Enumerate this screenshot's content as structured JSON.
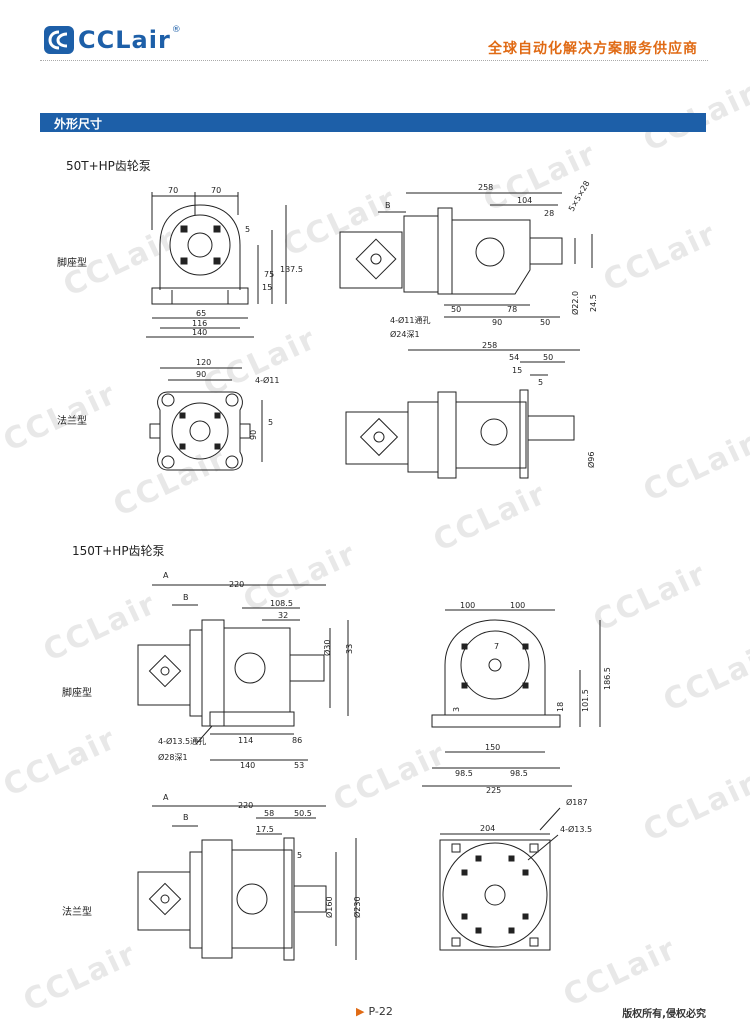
{
  "header": {
    "logo_text": "CCLair",
    "logo_reg": "®",
    "slogan": "全球自动化解决方案服务供应商"
  },
  "section": {
    "title": "外形尺寸"
  },
  "pumps": [
    {
      "title": "50T+HP齿轮泵",
      "mounts": [
        "脚座型",
        "法兰型"
      ]
    },
    {
      "title": "150T+HP齿轮泵",
      "mounts": [
        "脚座型",
        "法兰型"
      ]
    }
  ],
  "footer": {
    "page": "P-22",
    "rights": "版权所有,侵权必究"
  },
  "watermark": {
    "text": "CCLair"
  },
  "dims": {
    "a1": [
      "70",
      "70",
      "5",
      "15",
      "75",
      "137.5",
      "65",
      "116",
      "140"
    ],
    "a2": [
      "258",
      "104",
      "B",
      "28",
      "5×5×28",
      "4-Ø11通孔",
      "Ø24深1",
      "50",
      "78",
      "90",
      "50",
      "Ø22.0",
      "24.5"
    ],
    "b1": [
      "120",
      "90",
      "4-Ø11",
      "5",
      "90"
    ],
    "b2": [
      "258",
      "54",
      "50",
      "15",
      "5",
      "Ø96"
    ],
    "c1": [
      "A",
      "B",
      "220",
      "108.5",
      "32",
      "Ø30",
      "33",
      "4-Ø13.5通孔",
      "Ø28深1",
      "114",
      "86",
      "140",
      "53"
    ],
    "c2": [
      "100",
      "100",
      "7",
      "186.5",
      "3",
      "101.5",
      "18",
      "150",
      "98.5",
      "98.5",
      "225"
    ],
    "d1": [
      "A",
      "B",
      "220",
      "58",
      "50.5",
      "17.5",
      "5",
      "Ø160",
      "Ø230"
    ],
    "d2": [
      "Ø187",
      "204",
      "4-Ø13.5"
    ]
  }
}
